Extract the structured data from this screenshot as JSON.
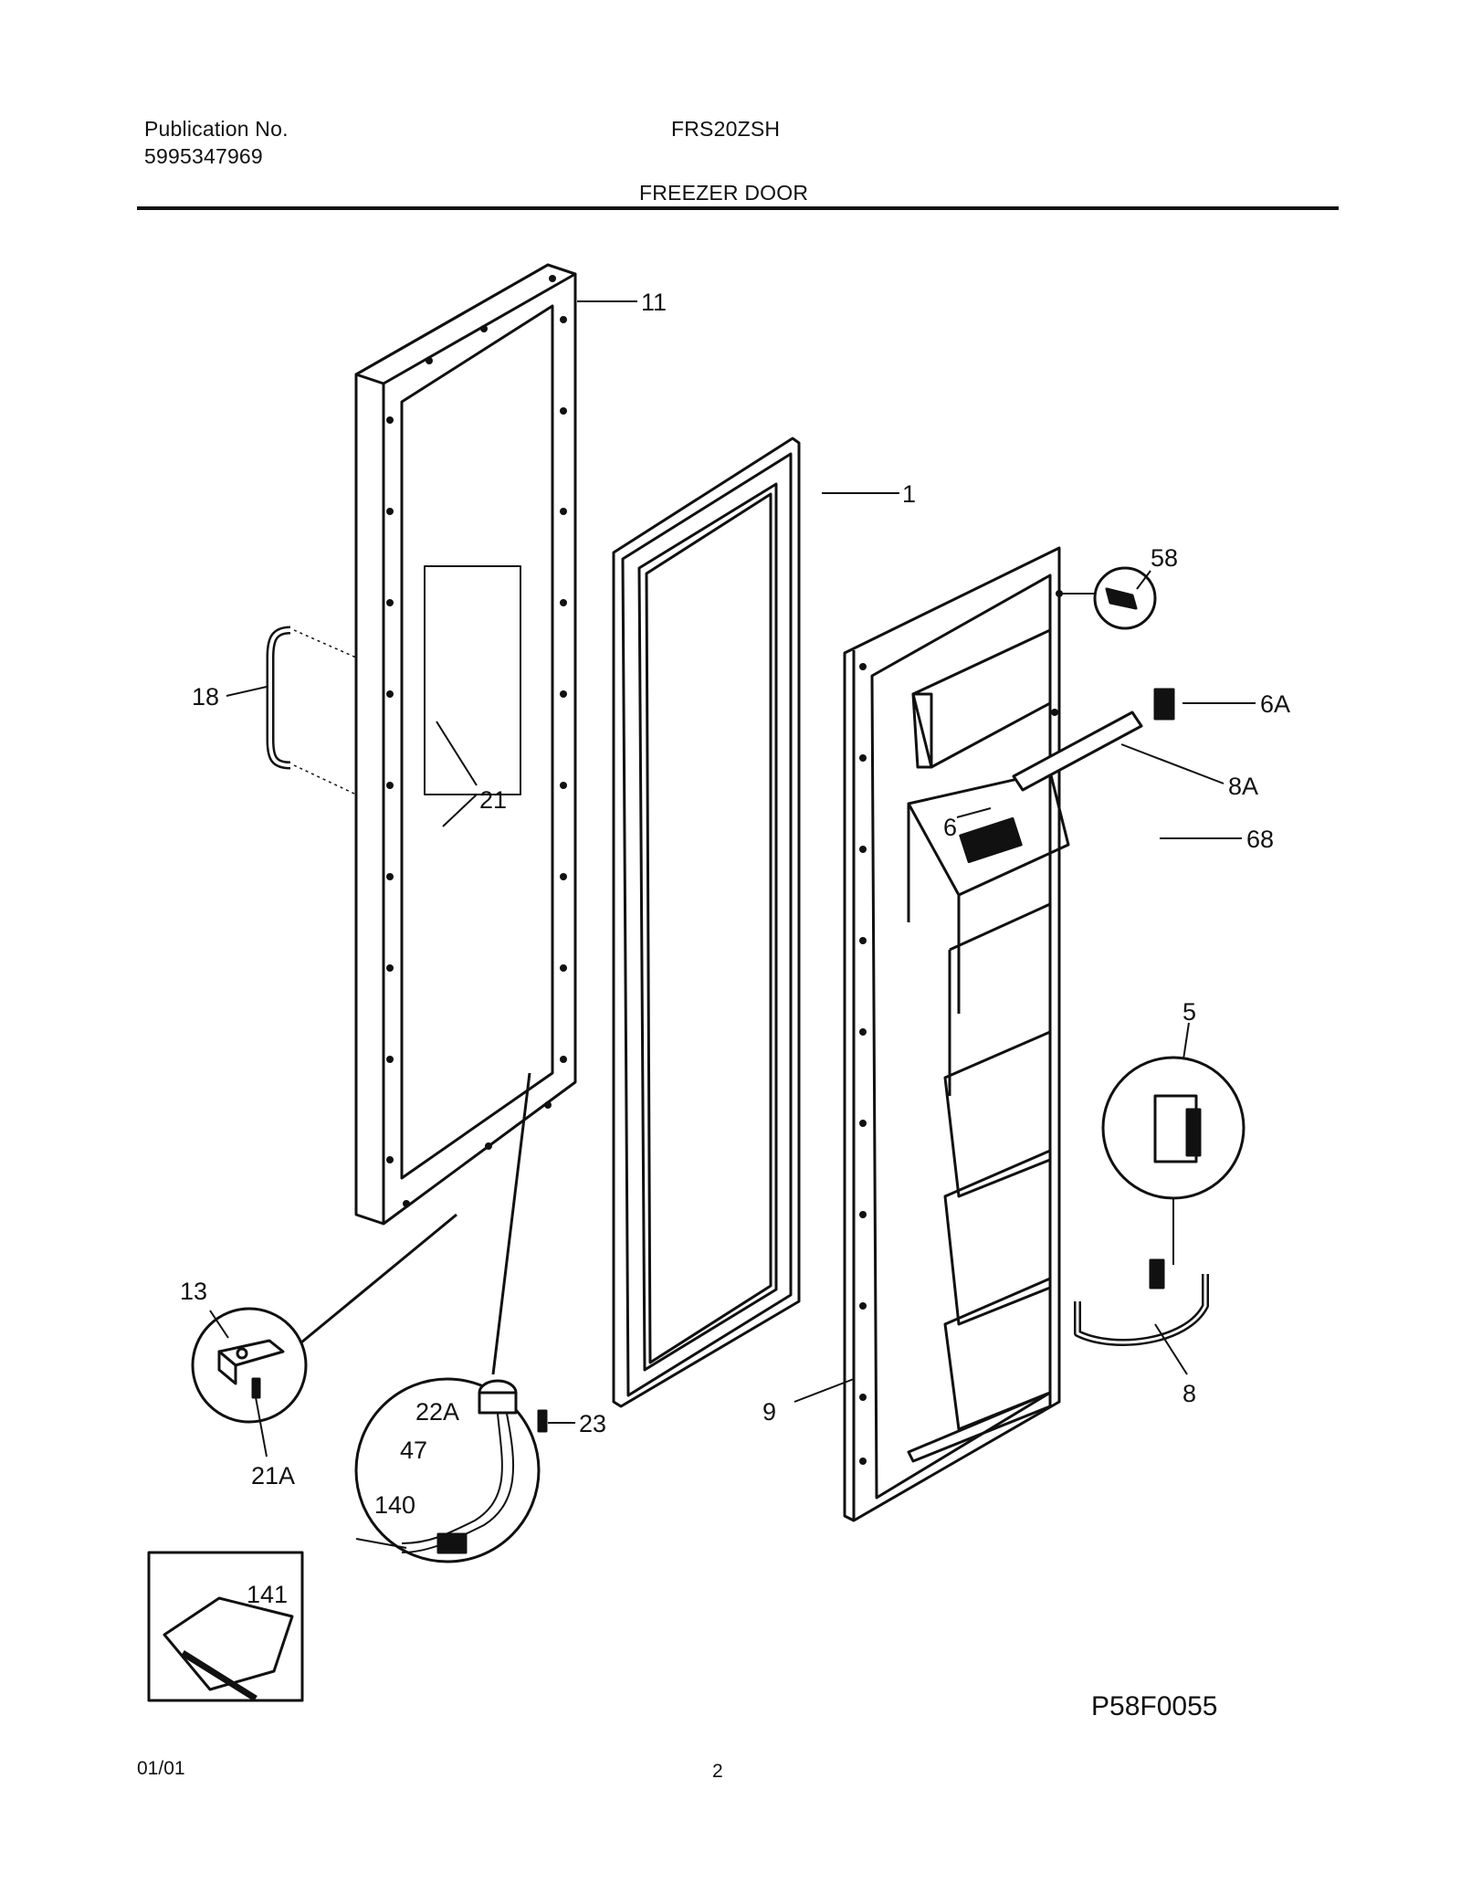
{
  "header": {
    "publication_label": "Publication No.",
    "publication_number": "5995347969",
    "model": "FRS20ZSH",
    "section_title": "FREEZER DOOR"
  },
  "callouts": {
    "c11": "11",
    "c1": "1",
    "c58": "58",
    "c6A": "6A",
    "c8A": "8A",
    "c6": "6",
    "c68": "68",
    "c18": "18",
    "c21": "21",
    "c5": "5",
    "c8": "8",
    "c13": "13",
    "c21A": "21A",
    "c22A": "22A",
    "c23": "23",
    "c47": "47",
    "c140": "140",
    "c9": "9",
    "c141": "141"
  },
  "diagram_code": "P58F0055",
  "footer": {
    "date": "01/01",
    "page": "2"
  }
}
